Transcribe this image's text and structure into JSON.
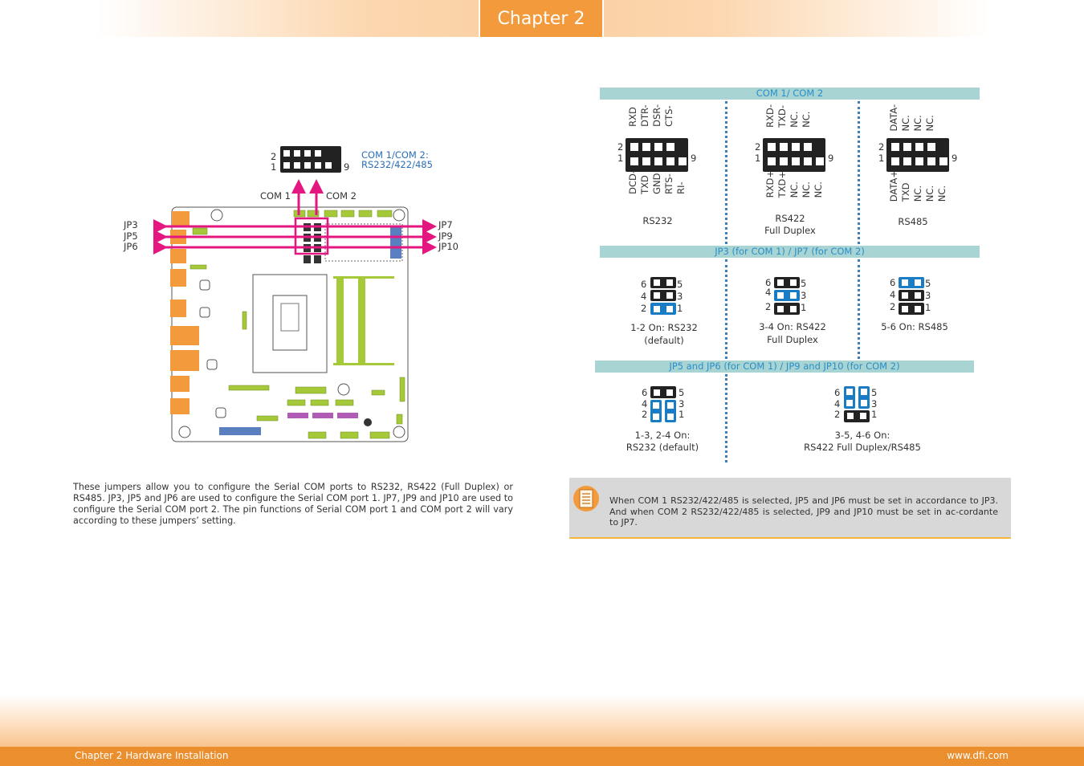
{
  "header": {
    "chapter_tab": "Chapter 2"
  },
  "footer": {
    "left": "Chapter 2 Hardware Installation",
    "right": "www.dfi.com"
  },
  "board": {
    "com_connector": {
      "pin_2": "2",
      "pin_1": "1",
      "pin_9": "9",
      "title_line1": "COM 1/COM 2:",
      "title_line2": "RS232/422/485"
    },
    "com1_label": "COM 1",
    "com2_label": "COM 2",
    "left_jumpers": [
      "JP3",
      "JP5",
      "JP6"
    ],
    "right_jumpers": [
      "JP7",
      "JP9",
      "JP10"
    ]
  },
  "description": "These jumpers allow you to configure the Serial COM ports to RS232, RS422 (Full Duplex) or RS485. JP3, JP5 and JP6 are used to configure the Serial COM port 1. JP7, JP9 and JP10 are used to configure the Serial COM port 2. The pin functions of Serial COM port 1 and COM port 2 will vary according to these jumpers’ setting.",
  "com_table": {
    "title": "COM 1/ COM 2",
    "modes": [
      {
        "name": "RS232",
        "top_pins": [
          "RXD",
          "DTR-",
          "DSR-",
          "CTS-"
        ],
        "bottom_pins": [
          "DCD-",
          "TXD",
          "GND",
          "RTS-",
          "RI-"
        ],
        "pin_2": "2",
        "pin_1": "1",
        "pin_9": "9"
      },
      {
        "name_line1": "RS422",
        "name_line2": "Full Duplex",
        "top_pins": [
          "RXD-",
          "TXD-",
          "NC.",
          "NC."
        ],
        "bottom_pins": [
          "RXD+",
          "TXD+",
          "NC.",
          "NC.",
          "NC."
        ],
        "pin_2": "2",
        "pin_1": "1",
        "pin_9": "9"
      },
      {
        "name": "RS485",
        "top_pins": [
          "DATA-",
          "NC.",
          "NC.",
          "NC."
        ],
        "bottom_pins": [
          "DATA+",
          "TXD",
          "NC.",
          "NC.",
          "NC."
        ],
        "pin_2": "2",
        "pin_1": "1",
        "pin_9": "9"
      }
    ]
  },
  "jp3_table": {
    "title": "JP3 (for COM 1) / JP7 (for COM 2)",
    "settings": [
      {
        "caption_line1": "1-2 On: RS232",
        "caption_line2": "(default)",
        "left_pins": [
          "6",
          "4",
          "2"
        ],
        "right_pins": [
          "5",
          "3",
          "1"
        ]
      },
      {
        "caption_line1": "3-4 On: RS422",
        "caption_line2": "Full Duplex",
        "left_pins": [
          "6",
          "4",
          "2"
        ],
        "right_pins": [
          "5",
          "3",
          "1"
        ]
      },
      {
        "caption_line1": "5-6 On: RS485",
        "left_pins": [
          "6",
          "4",
          "2"
        ],
        "right_pins": [
          "5",
          "3",
          "1"
        ]
      }
    ]
  },
  "jp5_table": {
    "title": "JP5 and JP6 (for COM 1) / JP9 and JP10 (for COM 2)",
    "settings": [
      {
        "caption_line1": "1-3, 2-4 On:",
        "caption_line2": "RS232 (default)",
        "left_pins": [
          "6",
          "4",
          "2"
        ],
        "right_pins": [
          "5",
          "3",
          "1"
        ]
      },
      {
        "caption_line1": "3-5, 4-6 On:",
        "caption_line2": "RS422 Full Duplex/RS485",
        "left_pins": [
          "6",
          "4",
          "2"
        ],
        "right_pins": [
          "5",
          "3",
          "1"
        ]
      }
    ]
  },
  "note": "When COM 1 RS232/422/485 is selected, JP5 and JP6 must be set in accordance to JP3. And when COM 2 RS232/422/485 is selected, JP9 and JP10 must be set in ac-cordante to JP7.",
  "colors": {
    "accent_orange": "#f29a3c",
    "teal_bar": "#a8d4d4",
    "teal_text": "#2a8ec7",
    "jumper_blue": "#1a7cc4",
    "arrow_magenta": "#e3177f"
  }
}
